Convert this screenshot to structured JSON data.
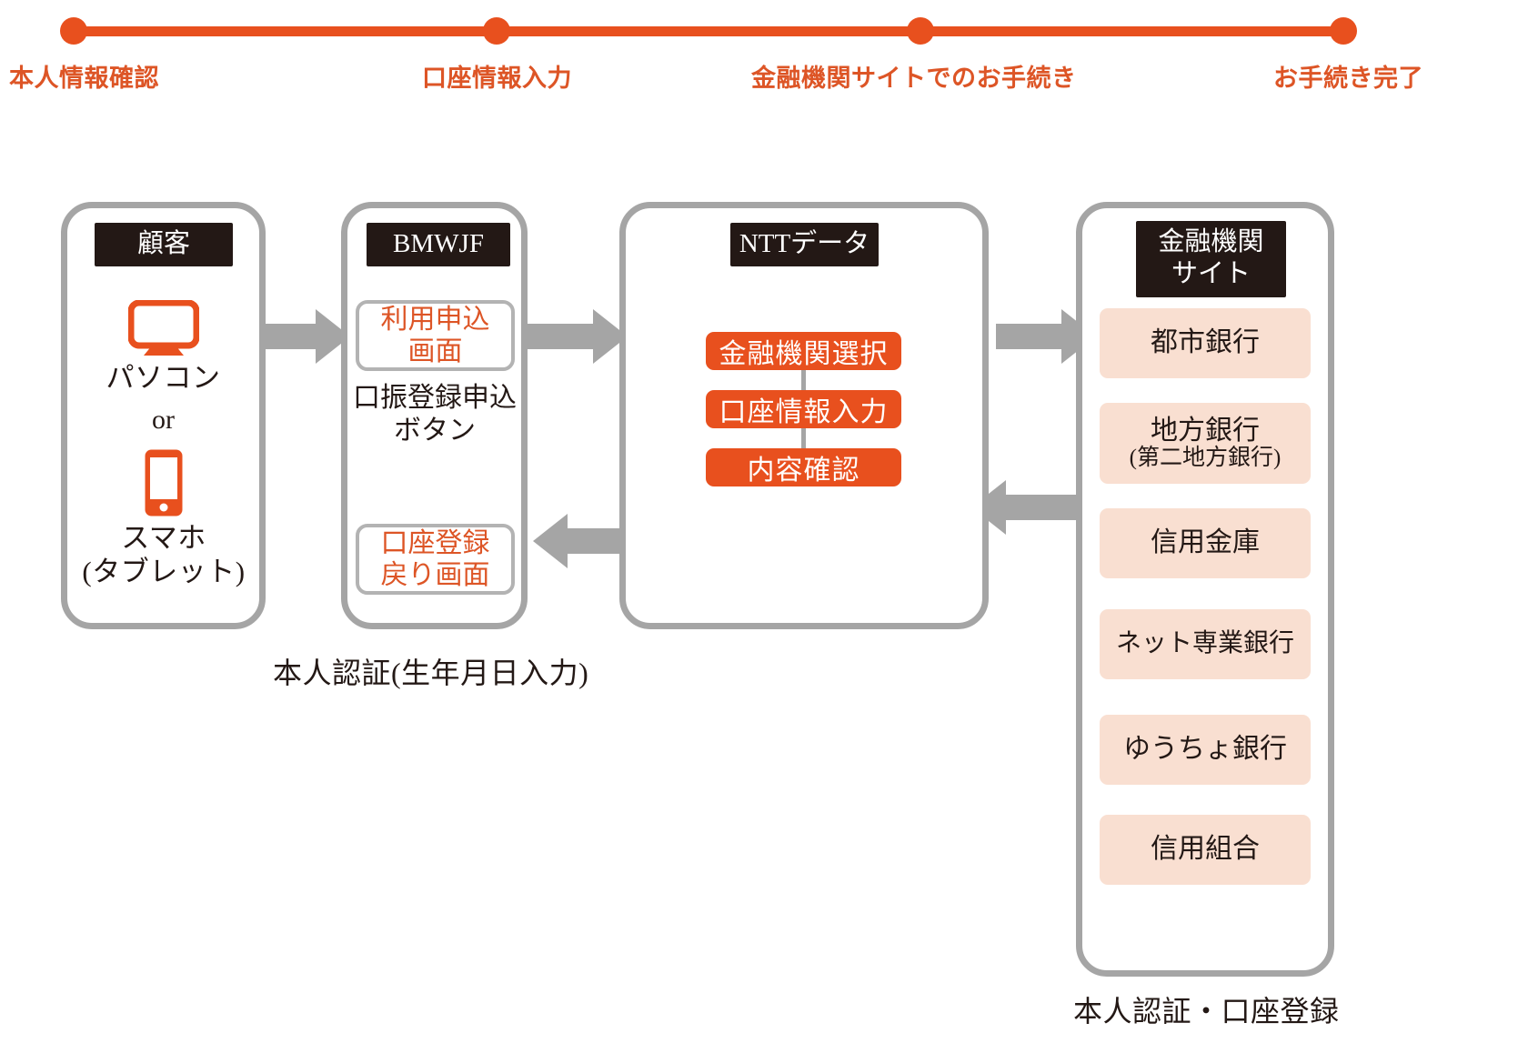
{
  "timeline": {
    "accent_color": "#E8501E",
    "steps": [
      {
        "label": "本人情報確認"
      },
      {
        "label": "口座情報入力"
      },
      {
        "label": "金融機関サイトでのお手続き"
      },
      {
        "label": "お手続き完了"
      }
    ]
  },
  "lanes": {
    "customer": {
      "title": "顧客",
      "device_pc_icon": "monitor-icon",
      "device_pc_label": "パソコン",
      "or_label": "or",
      "device_mobile_icon": "smartphone-icon",
      "device_mobile_label": "スマホ\n(タブレット)"
    },
    "bmwjf": {
      "title": "BMWJF",
      "screen_apply": "利用申込\n画面",
      "button_text": "口振登録申込\nボタン",
      "screen_return": "口座登録\n戻り画面",
      "caption": "本人認証(生年月日入力)"
    },
    "nttdata": {
      "title": "NTTデータ",
      "steps": [
        {
          "label": "金融機関選択"
        },
        {
          "label": "口座情報入力"
        },
        {
          "label": "内容確認"
        }
      ]
    },
    "bank_site": {
      "title": "金融機関\nサイト",
      "institutions": [
        {
          "name": "都市銀行",
          "sub": ""
        },
        {
          "name": "地方銀行",
          "sub": "(第二地方銀行)"
        },
        {
          "name": "信用金庫",
          "sub": ""
        },
        {
          "name": "ネット専業銀行",
          "sub": ""
        },
        {
          "name": "ゆうちょ銀行",
          "sub": ""
        },
        {
          "name": "信用組合",
          "sub": ""
        }
      ],
      "caption": "本人認証・口座登録"
    }
  },
  "colors": {
    "orange": "#E8501E",
    "orange_text": "#DD5526",
    "pink": "#F9DFD1",
    "gray": "#A5A5A5",
    "dark": "#231815"
  }
}
